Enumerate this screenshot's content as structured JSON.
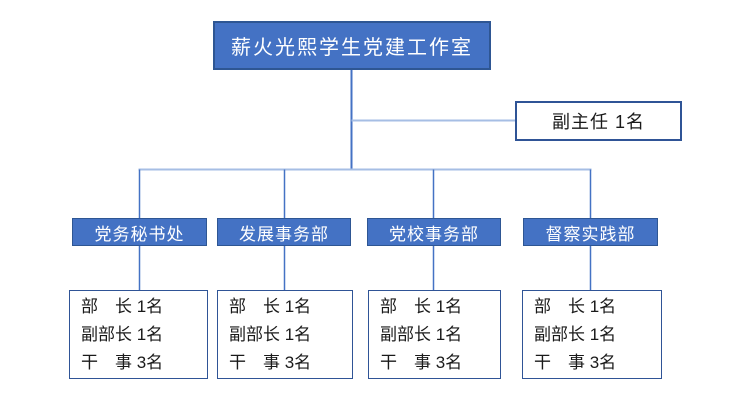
{
  "root": {
    "title": "薪火光熙学生党建工作室"
  },
  "deputy": {
    "label": "副主任 1名"
  },
  "departments": [
    {
      "name": "党务秘书处",
      "members": [
        "部　长 1名",
        "副部长 1名",
        "干　事 3名"
      ]
    },
    {
      "name": "发展事务部",
      "members": [
        "部　长 1名",
        "副部长 1名",
        "干　事 3名"
      ]
    },
    {
      "name": "党校事务部",
      "members": [
        "部　长 1名",
        "副部长 1名",
        "干　事 3名"
      ]
    },
    {
      "name": "督察实践部",
      "members": [
        "部　长 1名",
        "副部长 1名",
        "干　事 3名"
      ]
    }
  ],
  "colors": {
    "box_fill": "#4472C4",
    "box_border": "#2E5693",
    "outline_border": "#2F5496",
    "line_strong": "#4472C4",
    "line_light": "#A6BEE4"
  }
}
